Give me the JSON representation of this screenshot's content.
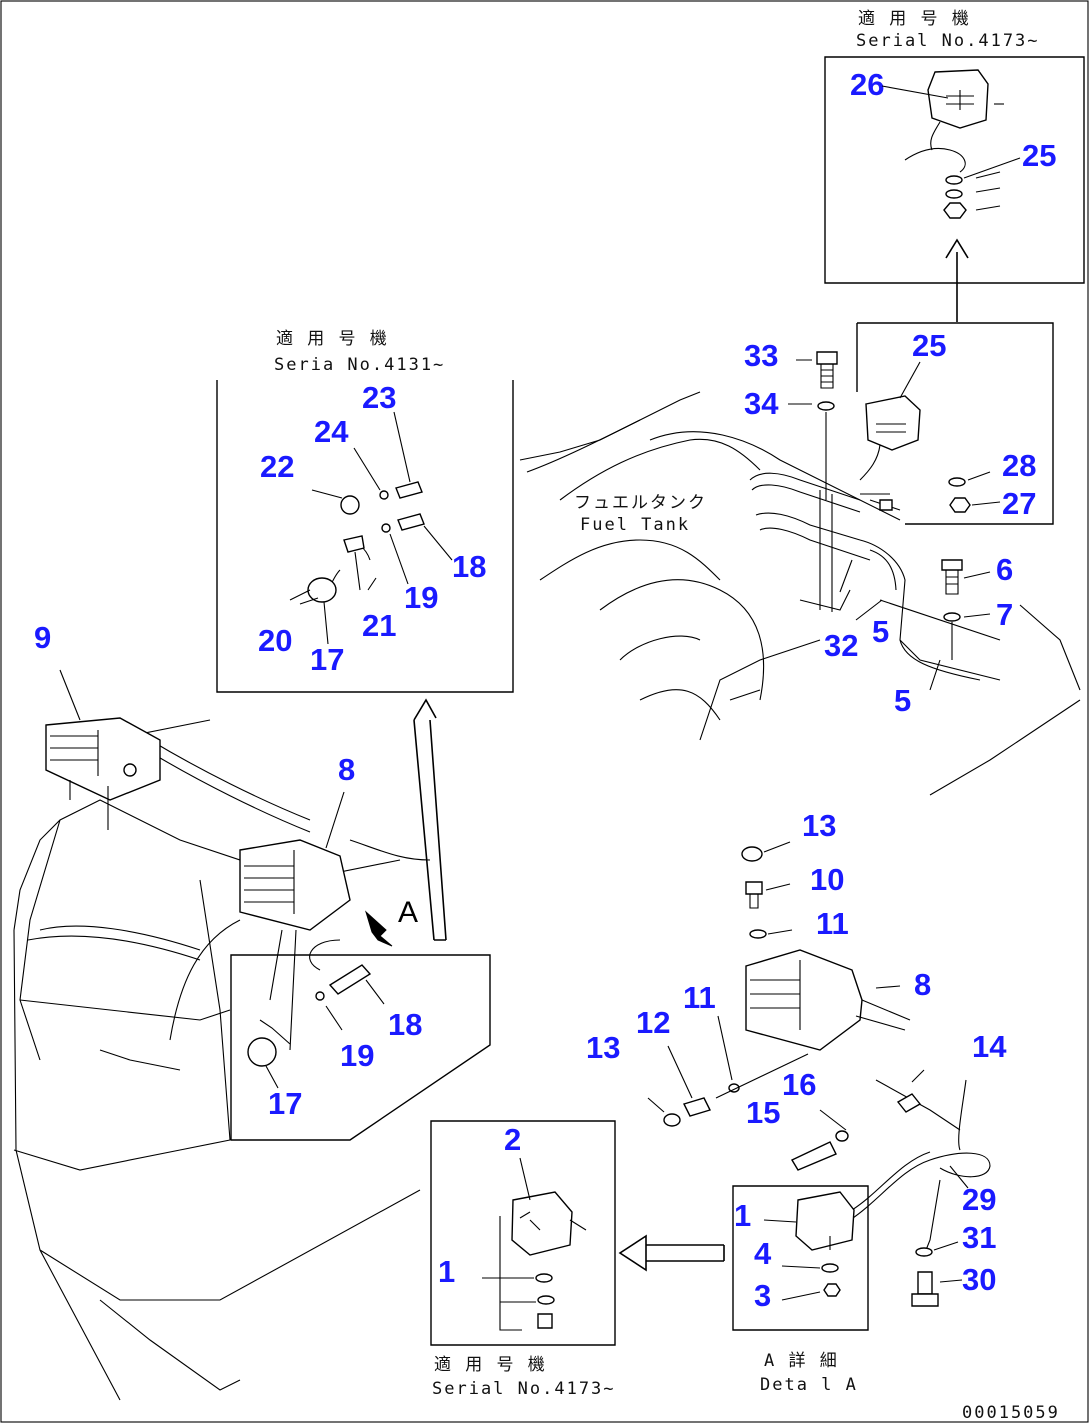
{
  "captions": {
    "serial_top_right_jp": "適 用 号 機",
    "serial_top_right": "Serial No.4173~",
    "serial_upper_left_jp": "適 用 号 機",
    "serial_upper_left": "Seria  No.4131~",
    "fuel_tank_jp": "フュエルタンク",
    "fuel_tank": "Fuel Tank",
    "serial_bottom_jp": "適 用 号 機",
    "serial_bottom": "Serial No.4173~",
    "detail_jp": "A 詳 細",
    "detail": "Deta l A",
    "view_marker": "A",
    "drawing_number": "00015059"
  },
  "callouts": {
    "c26": "26",
    "c25a": "25",
    "c25b": "25",
    "c33": "33",
    "c34": "34",
    "c28": "28",
    "c27": "27",
    "c6": "6",
    "c7": "7",
    "c32": "32",
    "c5a": "5",
    "c5b": "5",
    "c23": "23",
    "c24": "24",
    "c22": "22",
    "c18a": "18",
    "c19a": "19",
    "c21": "21",
    "c20": "20",
    "c17a": "17",
    "c9": "9",
    "c8a": "8",
    "c18b": "18",
    "c19b": "19",
    "c17b": "17",
    "c13a": "13",
    "c10": "10",
    "c11a": "11",
    "c8b": "8",
    "c11b": "11",
    "c12": "12",
    "c13b": "13",
    "c14": "14",
    "c16": "16",
    "c15": "15",
    "c29": "29",
    "c2": "2",
    "c1a": "1",
    "c1b": "1",
    "c4": "4",
    "c3": "3",
    "c31": "31",
    "c30": "30"
  }
}
